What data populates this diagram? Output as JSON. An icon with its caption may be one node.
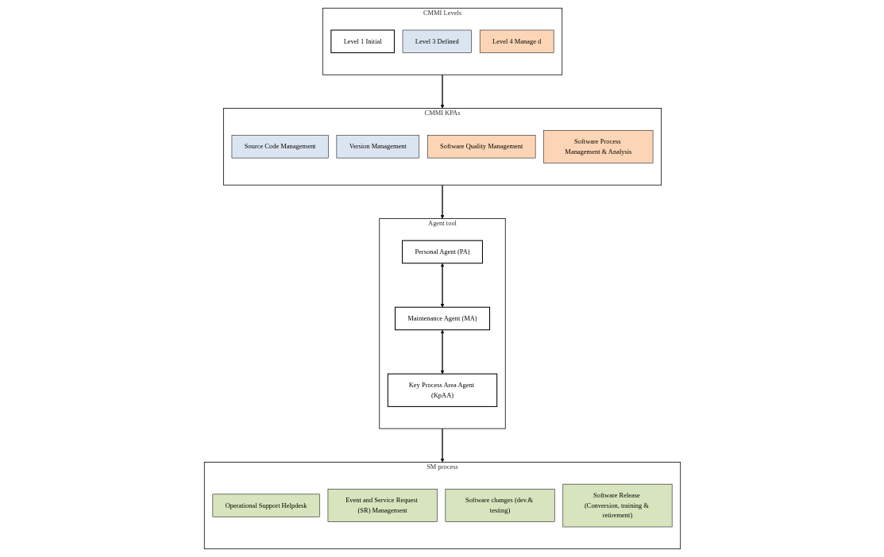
{
  "diagram": {
    "nodes": [
      {
        "text": [
          "CMMI Levels"
        ]
      },
      {
        "text": [
          "Level 1 Initial"
        ],
        "in": 0
      },
      {
        "text": [
          "Level 3 Defined"
        ],
        "in": 0
      },
      {
        "text": [
          "Level 4 Manage d"
        ],
        "in": 0
      },
      {
        "text": [
          "CMMI KPAs"
        ]
      },
      {
        "text": [
          "Source Code Management"
        ],
        "in": 4
      },
      {
        "text": [
          "Version Management"
        ],
        "in": 4
      },
      {
        "text": [
          "Software Quality Management"
        ],
        "in": 4
      },
      {
        "text": [
          "Software Process Management & Analysis"
        ],
        "in": 4
      },
      {
        "text": [
          "Agent tool"
        ]
      },
      {
        "text": [
          "Personal Agent (PA)"
        ],
        "in": 9
      },
      {
        "text": [
          "Maintenance Agent (MA)"
        ],
        "in": 9
      },
      {
        "text": [
          "Key Process Area Agent (KpAA)"
        ],
        "in": 9
      },
      {
        "text": [
          "SM process"
        ]
      },
      {
        "text": [
          "Operational Support Helpdesk"
        ],
        "in": 13
      },
      {
        "text": [
          "Event and Service Request (SR) Management"
        ],
        "in": 13
      },
      {
        "text": [
          "Software changes (dev.& testing)"
        ],
        "in": 13
      },
      {
        "text": [
          "Software Release (Conversion, training & retirement)"
        ],
        "in": 13
      }
    ],
    "edges": [
      {
        "from": 0,
        "to": 4,
        "arrow": "to"
      },
      {
        "from": 4,
        "to": 9,
        "arrow": "to"
      },
      {
        "from": 9,
        "to": 13,
        "arrow": "to"
      },
      {
        "from": 10,
        "to": 11,
        "arrow": "both"
      },
      {
        "from": 11,
        "to": 12,
        "arrow": "both"
      }
    ]
  }
}
